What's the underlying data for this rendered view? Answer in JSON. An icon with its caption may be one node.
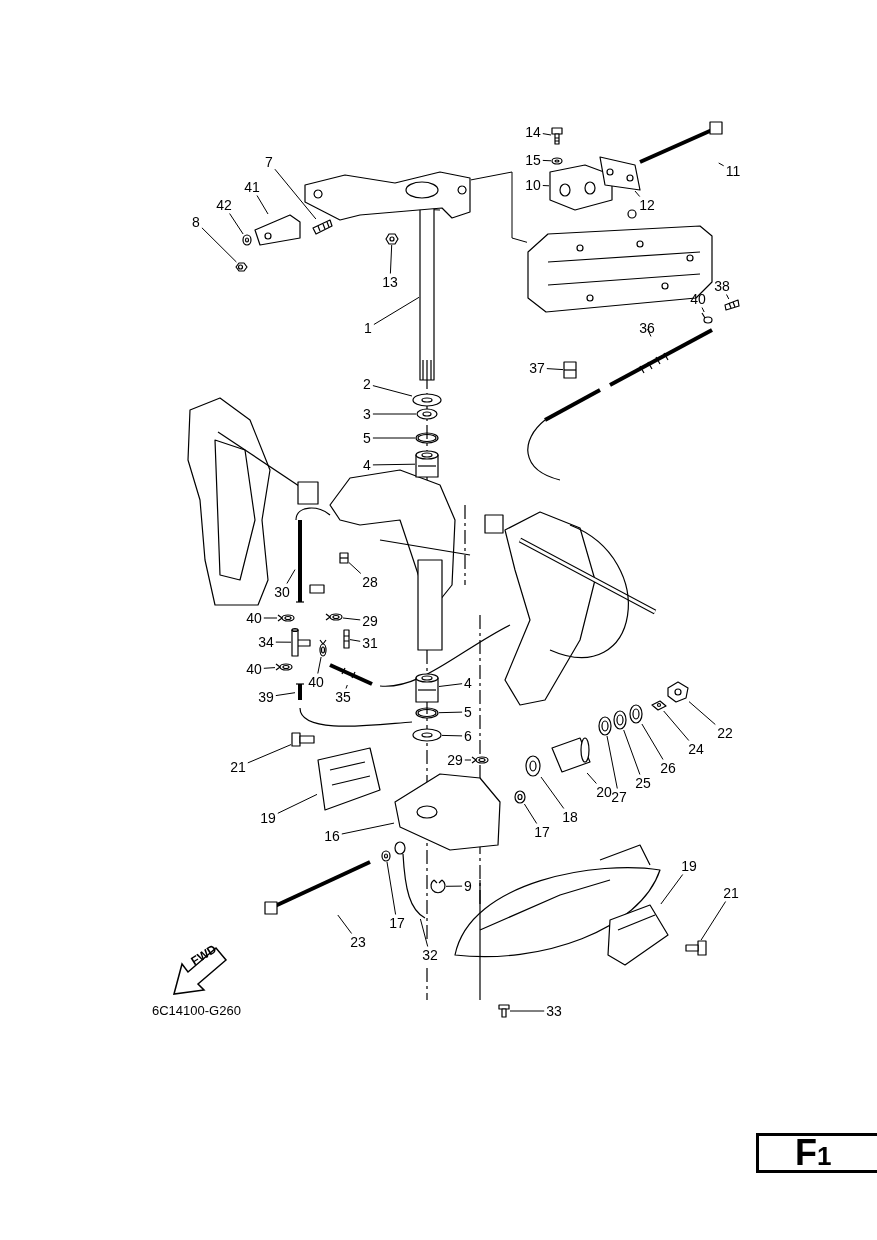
{
  "diagram": {
    "nodes": [
      {
        "text": [
          "14"
        ]
      },
      {
        "text": [
          "15"
        ]
      },
      {
        "text": [
          "7"
        ]
      },
      {
        "text": [
          "11"
        ]
      },
      {
        "text": [
          "10"
        ]
      },
      {
        "text": [
          "41"
        ]
      },
      {
        "text": [
          "42"
        ]
      },
      {
        "text": [
          "12"
        ]
      },
      {
        "text": [
          "8"
        ]
      },
      {
        "text": [
          "13"
        ]
      },
      {
        "text": [
          "38"
        ]
      },
      {
        "text": [
          "40"
        ]
      },
      {
        "text": [
          "1"
        ]
      },
      {
        "text": [
          "36"
        ]
      },
      {
        "text": [
          "37"
        ]
      },
      {
        "text": [
          "2"
        ]
      },
      {
        "text": [
          "3"
        ]
      },
      {
        "text": [
          "5"
        ]
      },
      {
        "text": [
          "4"
        ]
      },
      {
        "text": [
          "28"
        ]
      },
      {
        "text": [
          "30"
        ]
      },
      {
        "text": [
          "40"
        ]
      },
      {
        "text": [
          "29"
        ]
      },
      {
        "text": [
          "34"
        ]
      },
      {
        "text": [
          "31"
        ]
      },
      {
        "text": [
          "40"
        ]
      },
      {
        "text": [
          "40"
        ]
      },
      {
        "text": [
          "4"
        ]
      },
      {
        "text": [
          "39"
        ]
      },
      {
        "text": [
          "35"
        ]
      },
      {
        "text": [
          "5"
        ]
      },
      {
        "text": [
          "22"
        ]
      },
      {
        "text": [
          "6"
        ]
      },
      {
        "text": [
          "24"
        ]
      },
      {
        "text": [
          "21"
        ]
      },
      {
        "text": [
          "26"
        ]
      },
      {
        "text": [
          "29"
        ]
      },
      {
        "text": [
          "25"
        ]
      },
      {
        "text": [
          "20"
        ]
      },
      {
        "text": [
          "27"
        ]
      },
      {
        "text": [
          "18"
        ]
      },
      {
        "text": [
          "19"
        ]
      },
      {
        "text": [
          "17"
        ]
      },
      {
        "text": [
          "16"
        ]
      },
      {
        "text": [
          "19"
        ]
      },
      {
        "text": [
          "9"
        ]
      },
      {
        "text": [
          "21"
        ]
      },
      {
        "text": [
          "17"
        ]
      },
      {
        "text": [
          "23"
        ]
      },
      {
        "text": [
          "32"
        ]
      },
      {
        "text": [
          "33"
        ]
      },
      {
        "text": [
          "FWD"
        ]
      },
      {
        "text": [
          "F1"
        ]
      },
      {
        "text": [],
        "shape": "picture"
      },
      {
        "text": [],
        "shape": "picture"
      },
      {
        "text": [],
        "shape": "picture"
      },
      {
        "text": [],
        "shape": "picture"
      },
      {
        "text": [],
        "shape": "picture"
      },
      {
        "text": [],
        "shape": "picture"
      },
      {
        "text": [],
        "shape": "picture"
      },
      {
        "text": [],
        "shape": "picture"
      },
      {
        "text": [],
        "shape": "picture"
      },
      {
        "text": [],
        "shape": "picture"
      },
      {
        "text": [],
        "shape": "picture"
      },
      {
        "text": [],
        "shape": "picture"
      },
      {
        "text": [],
        "shape": "picture"
      },
      {
        "text": [],
        "shape": "picture"
      },
      {
        "text": [],
        "shape": "picture"
      },
      {
        "text": [],
        "shape": "picture"
      },
      {
        "text": [],
        "shape": "picture"
      },
      {
        "text": [],
        "shape": "picture"
      },
      {
        "text": [],
        "shape": "picture"
      },
      {
        "text": [],
        "shape": "picture"
      },
      {
        "text": [],
        "shape": "picture"
      },
      {
        "text": [],
        "shape": "picture"
      },
      {
        "text": [],
        "shape": "picture"
      },
      {
        "text": [],
        "shape": "picture"
      },
      {
        "text": [],
        "shape": "picture"
      },
      {
        "text": [],
        "shape": "picture"
      },
      {
        "text": [],
        "shape": "picture"
      },
      {
        "text": [],
        "shape": "picture"
      },
      {
        "text": [],
        "shape": "picture"
      },
      {
        "text": [],
        "shape": "picture"
      },
      {
        "text": [],
        "shape": "picture"
      },
      {
        "text": [],
        "shape": "picture"
      },
      {
        "text": [],
        "shape": "picture"
      },
      {
        "text": [],
        "shape": "picture"
      },
      {
        "text": [],
        "shape": "picture"
      },
      {
        "text": [],
        "shape": "picture"
      },
      {
        "text": [],
        "shape": "picture"
      },
      {
        "text": [],
        "shape": "picture"
      },
      {
        "text": [],
        "shape": "picture"
      },
      {
        "text": [],
        "shape": "picture"
      },
      {
        "text": [],
        "shape": "picture"
      },
      {
        "text": [],
        "shape": "picture"
      },
      {
        "text": [],
        "shape": "picture"
      },
      {
        "text": [],
        "shape": "picture"
      },
      {
        "text": [],
        "shape": "picture"
      },
      {
        "text": [],
        "shape": "picture"
      },
      {
        "text": [],
        "shape": "picture"
      },
      {
        "text": [],
        "shape": "picture"
      },
      {
        "text": [],
        "shape": "picture"
      },
      {
        "text": [],
        "shape": "picture"
      },
      {
        "text": [],
        "shape": "picture"
      },
      {
        "text": [],
        "shape": "picture"
      },
      {
        "text": [],
        "shape": "picture"
      }
    ],
    "edges": [
      {
        "from": 0,
        "to": 53,
        "arrow": "none"
      },
      {
        "from": 1,
        "to": 54,
        "arrow": "none"
      },
      {
        "from": 2,
        "to": 55,
        "arrow": "none"
      },
      {
        "from": 3,
        "to": 56,
        "arrow": "none"
      },
      {
        "from": 4,
        "to": 57,
        "arrow": "none"
      },
      {
        "from": 5,
        "to": 58,
        "arrow": "none"
      },
      {
        "from": 6,
        "to": 59,
        "arrow": "none"
      },
      {
        "from": 7,
        "to": 60,
        "arrow": "none"
      },
      {
        "from": 8,
        "to": 61,
        "arrow": "none"
      },
      {
        "from": 9,
        "to": 62,
        "arrow": "none"
      },
      {
        "from": 10,
        "to": 63,
        "arrow": "none"
      },
      {
        "from": 11,
        "to": 64,
        "arrow": "none"
      },
      {
        "from": 12,
        "to": 65,
        "arrow": "none"
      },
      {
        "from": 13,
        "to": 66,
        "arrow": "none"
      },
      {
        "from": 14,
        "to": 67,
        "arrow": "none"
      },
      {
        "from": 15,
        "to": 68,
        "arrow": "none"
      },
      {
        "from": 16,
        "to": 69,
        "arrow": "none"
      },
      {
        "from": 17,
        "to": 70,
        "arrow": "none"
      },
      {
        "from": 18,
        "to": 71,
        "arrow": "none"
      },
      {
        "from": 19,
        "to": 72,
        "arrow": "none"
      },
      {
        "from": 20,
        "to": 73,
        "arrow": "none"
      },
      {
        "from": 21,
        "to": 74,
        "arrow": "none"
      },
      {
        "from": 22,
        "to": 75,
        "arrow": "none"
      },
      {
        "from": 23,
        "to": 76,
        "arrow": "none"
      },
      {
        "from": 24,
        "to": 77,
        "arrow": "none"
      },
      {
        "from": 25,
        "to": 78,
        "arrow": "none"
      },
      {
        "from": 26,
        "to": 79,
        "arrow": "none"
      },
      {
        "from": 27,
        "to": 80,
        "arrow": "none"
      },
      {
        "from": 28,
        "to": 81,
        "arrow": "none"
      },
      {
        "from": 29,
        "to": 82,
        "arrow": "none"
      },
      {
        "from": 30,
        "to": 83,
        "arrow": "none"
      },
      {
        "from": 31,
        "to": 84,
        "arrow": "none"
      },
      {
        "from": 32,
        "to": 85,
        "arrow": "none"
      },
      {
        "from": 33,
        "to": 86,
        "arrow": "none"
      },
      {
        "from": 34,
        "to": 87,
        "arrow": "none"
      },
      {
        "from": 35,
        "to": 88,
        "arrow": "none"
      },
      {
        "from": 36,
        "to": 89,
        "arrow": "none"
      },
      {
        "from": 37,
        "to": 90,
        "arrow": "none"
      },
      {
        "from": 38,
        "to": 91,
        "arrow": "none"
      },
      {
        "from": 39,
        "to": 92,
        "arrow": "none"
      },
      {
        "from": 40,
        "to": 93,
        "arrow": "none"
      },
      {
        "from": 41,
        "to": 94,
        "arrow": "none"
      },
      {
        "from": 42,
        "to": 95,
        "arrow": "none"
      },
      {
        "from": 43,
        "to": 96,
        "arrow": "none"
      },
      {
        "from": 44,
        "to": 97,
        "arrow": "none"
      },
      {
        "from": 45,
        "to": 98,
        "arrow": "none"
      },
      {
        "from": 46,
        "to": 99,
        "arrow": "none"
      },
      {
        "from": 47,
        "to": 100,
        "arrow": "none"
      },
      {
        "from": 48,
        "to": 101,
        "arrow": "none"
      },
      {
        "from": 49,
        "to": 102,
        "arrow": "none"
      },
      {
        "from": 50,
        "to": 103,
        "arrow": "none"
      },
      {
        "from": 104,
        "to": 105,
        "arrow": "none"
      }
    ],
    "labels": [
      "6C14100-G260"
    ]
  }
}
